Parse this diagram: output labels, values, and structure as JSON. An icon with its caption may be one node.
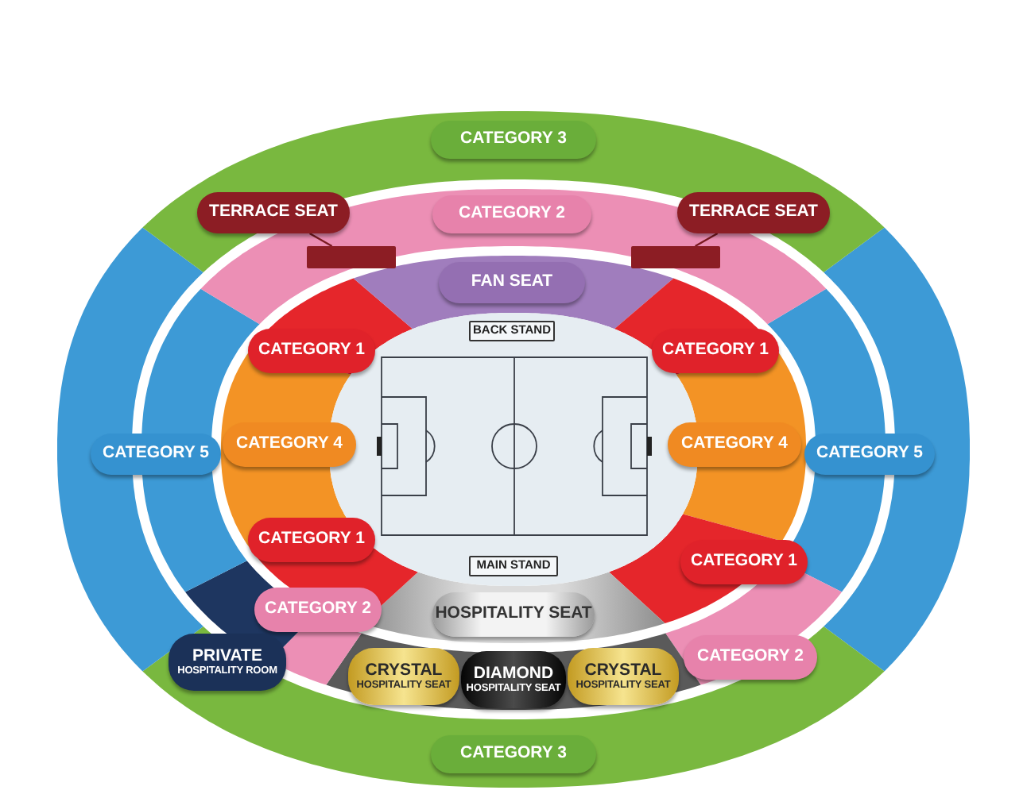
{
  "diagram": {
    "nodes": [
      {
        "text": [
          "CATEGORY 3"
        ]
      },
      {
        "text": [
          "TERRACE SEAT"
        ]
      },
      {
        "text": [
          "CATEGORY 2"
        ]
      },
      {
        "text": [
          "TERRACE SEAT"
        ]
      },
      {
        "text": [],
        "shape": "bar"
      },
      {
        "text": [],
        "shape": "bar"
      },
      {
        "text": [
          "FAN SEAT"
        ]
      },
      {
        "text": [
          "BACK STAND"
        ]
      },
      {
        "text": [
          "CATEGORY 1"
        ]
      },
      {
        "text": [
          "CATEGORY 1"
        ]
      },
      {
        "text": [
          "CATEGORY 5"
        ]
      },
      {
        "text": [
          "CATEGORY 4"
        ]
      },
      {
        "text": [
          "CATEGORY 4"
        ]
      },
      {
        "text": [
          "CATEGORY 5"
        ]
      },
      {
        "text": [
          "CATEGORY 1"
        ]
      },
      {
        "text": [
          "CATEGORY 1"
        ]
      },
      {
        "text": [
          "MAIN STAND"
        ]
      },
      {
        "text": [
          "CATEGORY 2"
        ]
      },
      {
        "text": [
          "HOSPITALITY SEAT"
        ]
      },
      {
        "text": [
          "PRIVATE",
          "HOSPITALITY ROOM"
        ]
      },
      {
        "text": [
          "CATEGORY 2"
        ]
      },
      {
        "text": [
          "CRYSTAL",
          "HOSPITALITY SEAT"
        ]
      },
      {
        "text": [
          "DIAMOND",
          "HOSPITALITY SEAT"
        ]
      },
      {
        "text": [
          "CRYSTAL",
          "HOSPITALITY SEAT"
        ]
      },
      {
        "text": [
          "CATEGORY 3"
        ]
      }
    ],
    "edges": [
      {
        "from": 1,
        "to": 4,
        "arrow": "none"
      },
      {
        "from": 3,
        "to": 5,
        "arrow": "none"
      }
    ]
  }
}
